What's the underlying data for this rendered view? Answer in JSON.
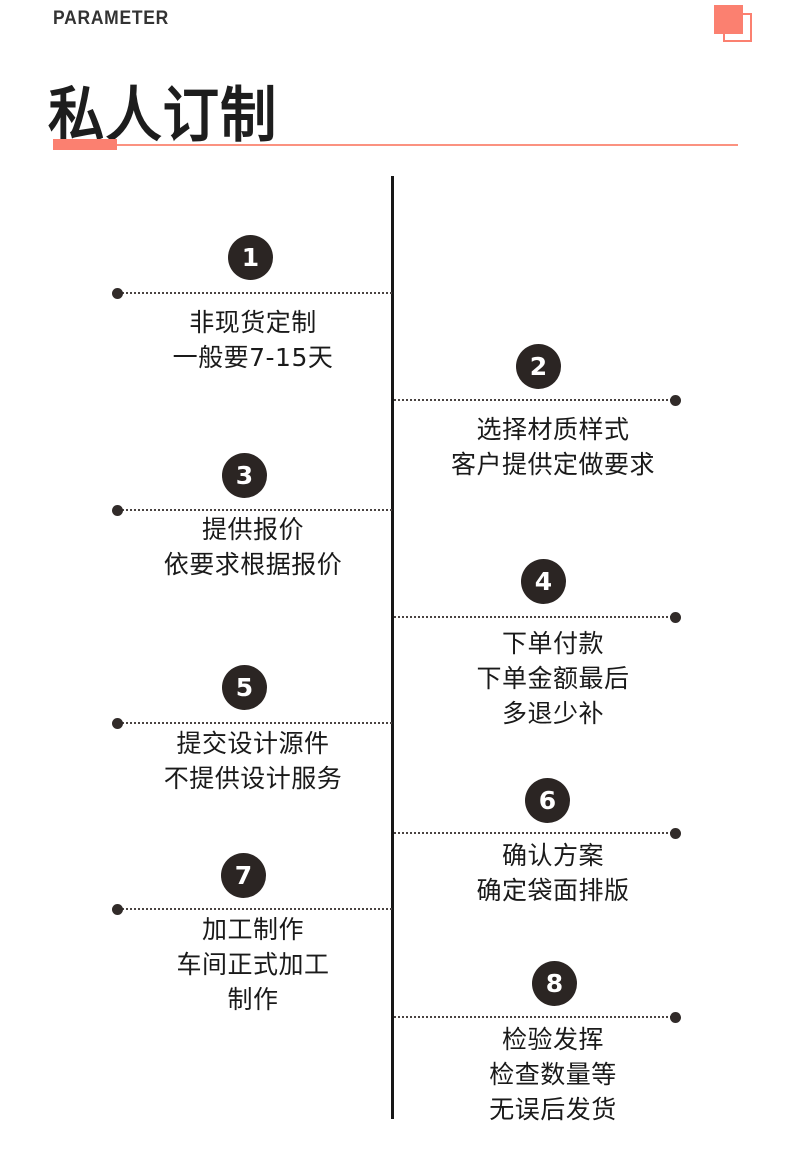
{
  "header": {
    "eyebrow": "PARAMETER",
    "title": "私人订制",
    "accent_color": "#FB8070",
    "decoration": "overlapping-squares"
  },
  "timeline": {
    "orientation": "vertical-alternating",
    "steps": [
      {
        "number": "1",
        "side": "left",
        "lines": "非现货定制\n一般要7-15天"
      },
      {
        "number": "2",
        "side": "right",
        "lines": "选择材质样式\n客户提供定做要求"
      },
      {
        "number": "3",
        "side": "left",
        "lines": "提供报价\n依要求根据报价"
      },
      {
        "number": "4",
        "side": "right",
        "lines": "下单付款\n下单金额最后\n多退少补"
      },
      {
        "number": "5",
        "side": "left",
        "lines": "提交设计源件\n不提供设计服务"
      },
      {
        "number": "6",
        "side": "right",
        "lines": "确认方案\n确定袋面排版"
      },
      {
        "number": "7",
        "side": "left",
        "lines": "加工制作\n车间正式加工\n制作"
      },
      {
        "number": "8",
        "side": "right",
        "lines": "检验发挥\n检查数量等\n无误后发货"
      }
    ]
  }
}
